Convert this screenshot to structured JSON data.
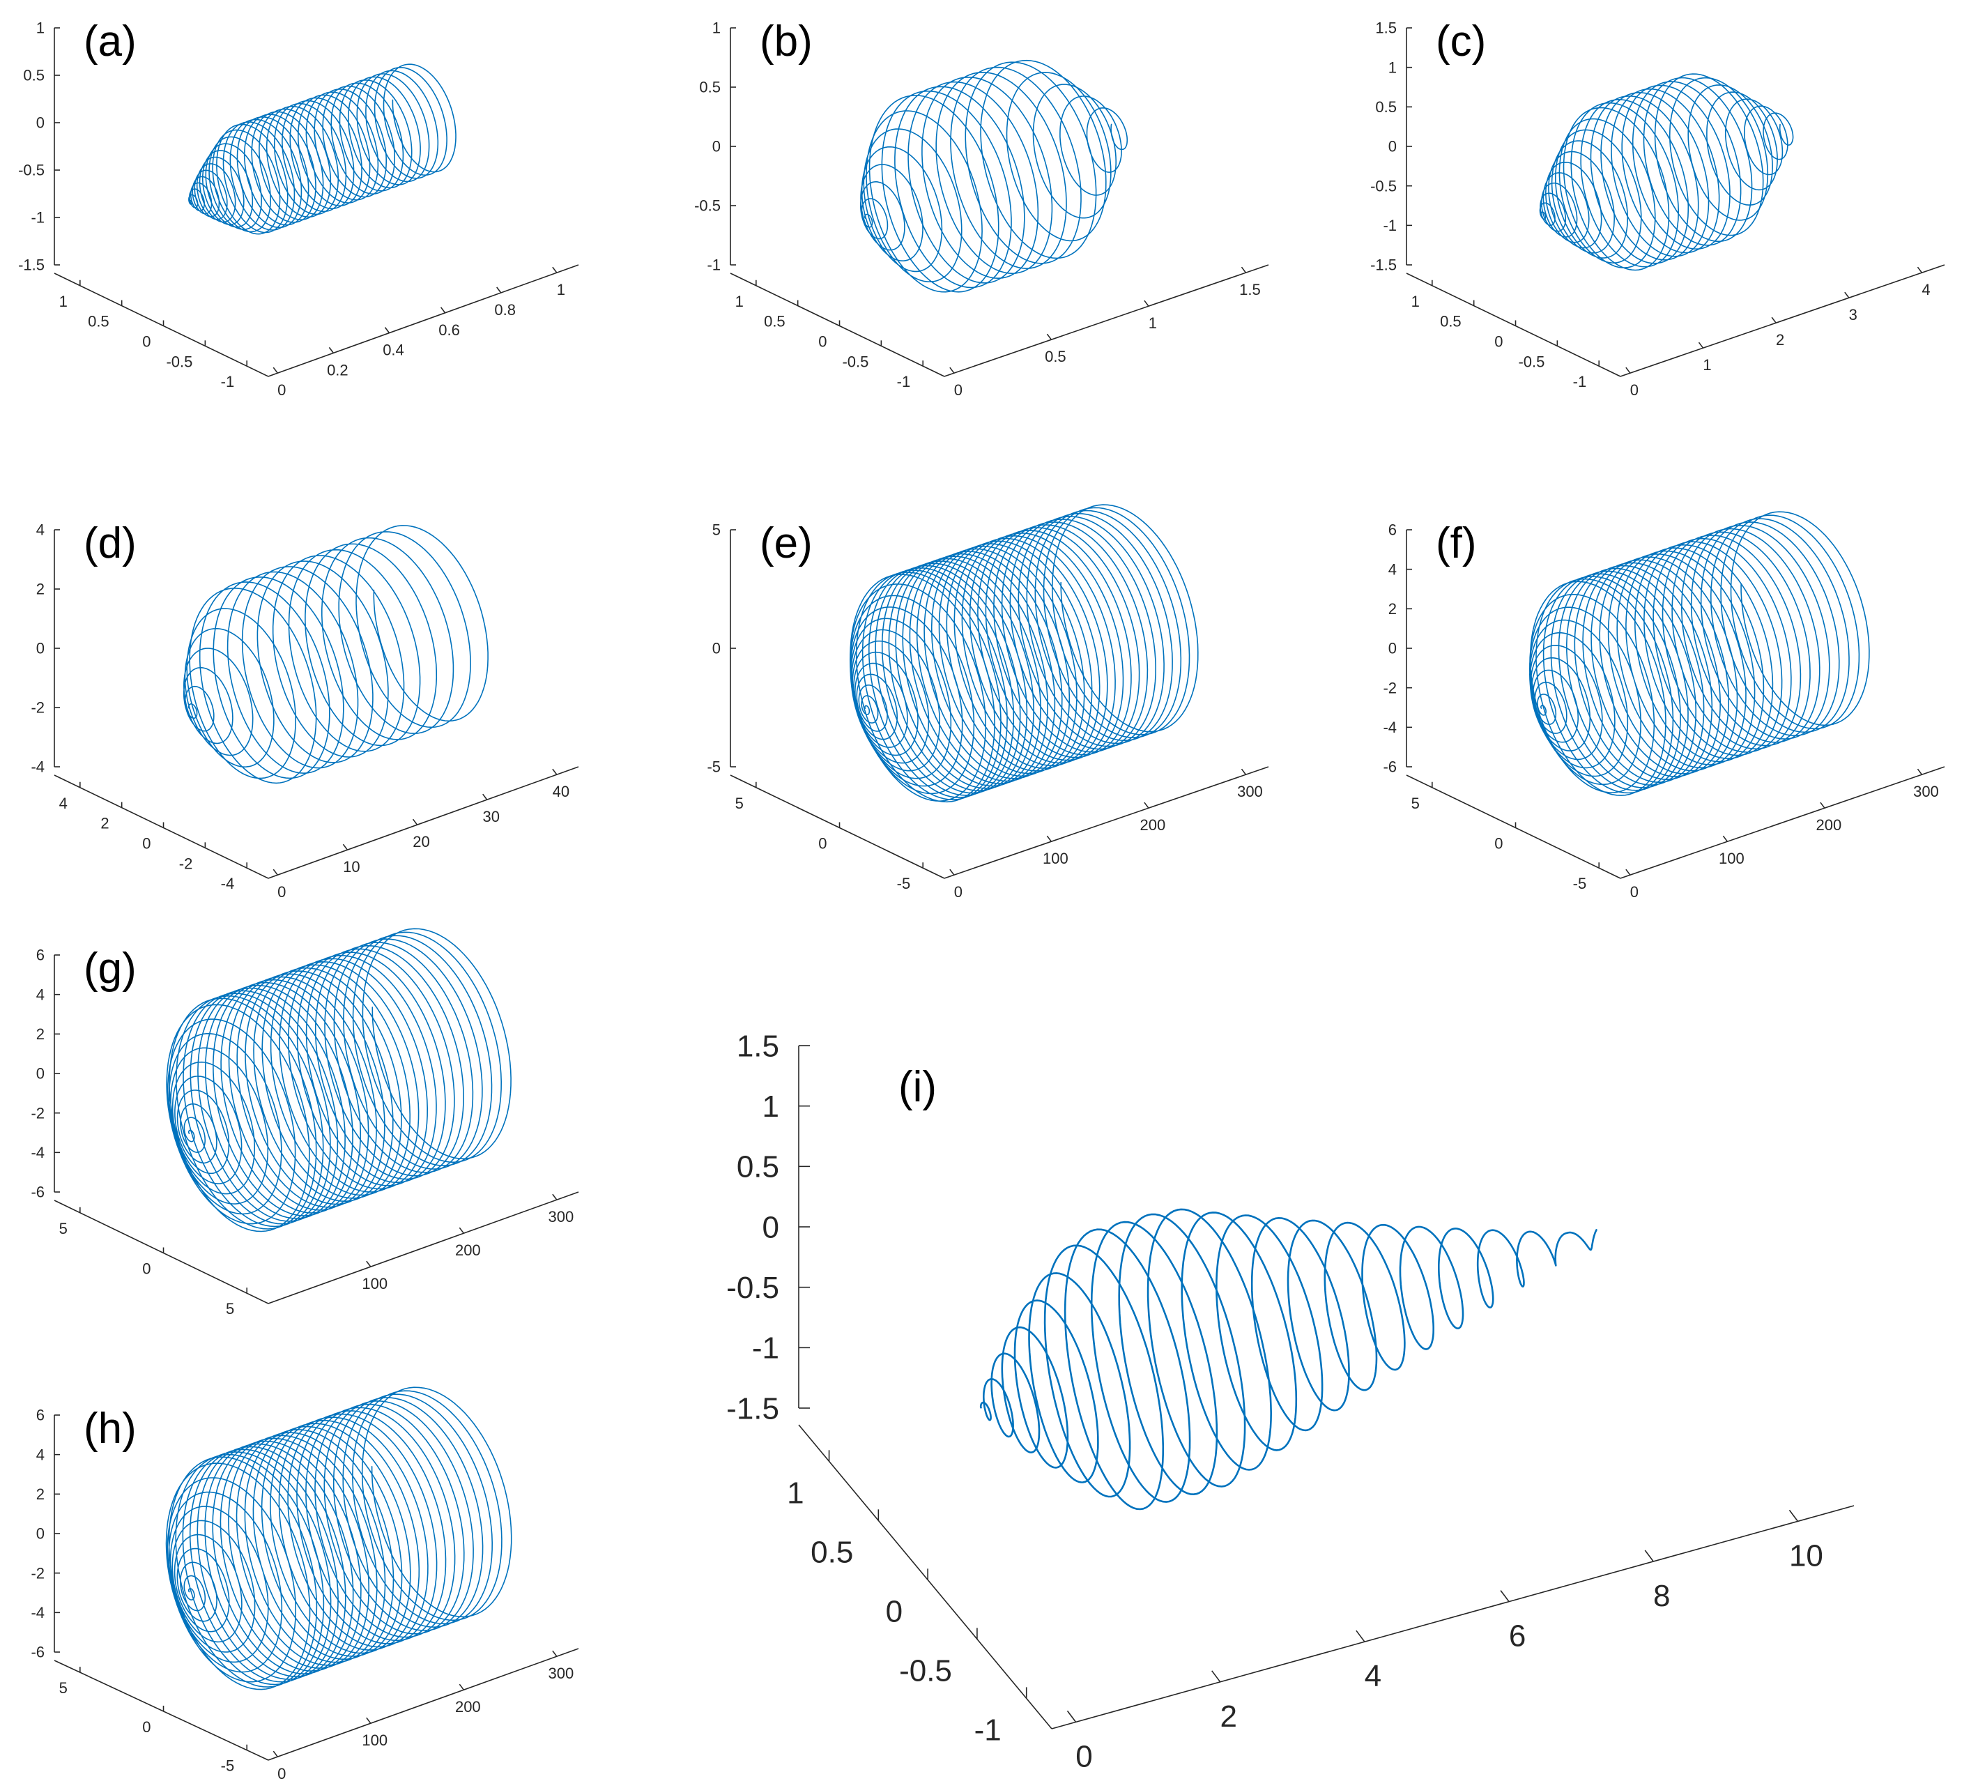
{
  "figure": {
    "line_color": "#0072BD",
    "axis_color": "#262626"
  },
  "chart_data": [
    {
      "panel": "(a)",
      "type": "line",
      "kind": "3d-helix",
      "x_ticks": [
        "0",
        "0.2",
        "0.4",
        "0.6",
        "0.8",
        "1"
      ],
      "y_ticks": [
        "-1",
        "-0.5",
        "0",
        "0.5",
        "1"
      ],
      "z_ticks": [
        "-1.5",
        "-1",
        "-0.5",
        "0",
        "0.5",
        "1"
      ],
      "xlim": [
        0,
        1
      ],
      "ylim": [
        -1,
        1
      ],
      "zlim": [
        -1.5,
        1
      ],
      "turns": 34,
      "x_extent": 0.9,
      "z_center": -0.2,
      "amplitude_max": 0.55,
      "growth": 0.35,
      "envelope": "plateau"
    },
    {
      "panel": "(b)",
      "type": "line",
      "kind": "3d-helix",
      "x_ticks": [
        "0",
        "0.5",
        "1",
        "1.5"
      ],
      "y_ticks": [
        "-1",
        "-0.5",
        "0",
        "0.5",
        "1"
      ],
      "z_ticks": [
        "-1",
        "-0.5",
        "0",
        "0.5",
        "1"
      ],
      "xlim": [
        0,
        1.5
      ],
      "ylim": [
        -1,
        1
      ],
      "zlim": [
        -1,
        1
      ],
      "turns": 20,
      "x_extent": 1.4,
      "z_center": -0.1,
      "amplitude_max": 0.8,
      "growth": 0.35,
      "envelope": "bulge"
    },
    {
      "panel": "(c)",
      "type": "line",
      "kind": "3d-helix",
      "x_ticks": [
        "0",
        "1",
        "2",
        "3",
        "4"
      ],
      "y_ticks": [
        "-1",
        "-0.5",
        "0",
        "0.5",
        "1"
      ],
      "z_ticks": [
        "-1.5",
        "-1",
        "-0.5",
        "0",
        "0.5",
        "1",
        "1.5"
      ],
      "xlim": [
        0,
        4
      ],
      "ylim": [
        -1,
        1
      ],
      "zlim": [
        -1.5,
        1.5
      ],
      "turns": 26,
      "x_extent": 3.6,
      "z_center": -0.1,
      "amplitude_max": 1.0,
      "growth": 0.4,
      "envelope": "bulge"
    },
    {
      "panel": "(d)",
      "type": "line",
      "kind": "3d-helix",
      "x_ticks": [
        "0",
        "10",
        "20",
        "30",
        "40"
      ],
      "y_ticks": [
        "-4",
        "-2",
        "0",
        "2",
        "4"
      ],
      "z_ticks": [
        "-4",
        "-2",
        "0",
        "2",
        "4"
      ],
      "xlim": [
        0,
        45
      ],
      "ylim": [
        -4,
        4
      ],
      "zlim": [
        -4,
        4
      ],
      "turns": 18,
      "x_extent": 42,
      "z_center": 0,
      "amplitude_max": 3.2,
      "growth": 0.35,
      "envelope": "plateau"
    },
    {
      "panel": "(e)",
      "type": "line",
      "kind": "3d-helix",
      "x_ticks": [
        "0",
        "100",
        "200",
        "300"
      ],
      "y_ticks": [
        "-5",
        "0",
        "5"
      ],
      "z_ticks": [
        "-5",
        "0",
        "5"
      ],
      "xlim": [
        0,
        300
      ],
      "ylim": [
        -5,
        5
      ],
      "zlim": [
        -5,
        5
      ],
      "turns": 40,
      "x_extent": 290,
      "z_center": 0,
      "amplitude_max": 4.6,
      "growth": 0.3,
      "envelope": "plateau"
    },
    {
      "panel": "(f)",
      "type": "line",
      "kind": "3d-helix",
      "x_ticks": [
        "0",
        "100",
        "200",
        "300"
      ],
      "y_ticks": [
        "-5",
        "0",
        "5"
      ],
      "z_ticks": [
        "-6",
        "-4",
        "-2",
        "0",
        "2",
        "4",
        "6"
      ],
      "xlim": [
        0,
        300
      ],
      "ylim": [
        -5,
        5
      ],
      "zlim": [
        -6,
        6
      ],
      "turns": 34,
      "x_extent": 290,
      "z_center": 0,
      "amplitude_max": 5.2,
      "growth": 0.3,
      "envelope": "plateau"
    },
    {
      "panel": "(g)",
      "type": "line",
      "kind": "3d-helix",
      "x_ticks": [
        "100",
        "200",
        "300"
      ],
      "y_ticks": [
        "5",
        "0",
        "5"
      ],
      "z_ticks": [
        "-6",
        "-4",
        "-2",
        "0",
        "2",
        "4",
        "6"
      ],
      "xlim": [
        0,
        300
      ],
      "ylim": [
        -5,
        5
      ],
      "zlim": [
        -6,
        6
      ],
      "turns": 34,
      "x_extent": 290,
      "z_center": 0,
      "amplitude_max": 5.6,
      "growth": 0.28,
      "envelope": "plateau"
    },
    {
      "panel": "(h)",
      "type": "line",
      "kind": "3d-helix",
      "x_ticks": [
        "0",
        "100",
        "200",
        "300"
      ],
      "y_ticks": [
        "-5",
        "0",
        "5"
      ],
      "z_ticks": [
        "-6",
        "-4",
        "-2",
        "0",
        "2",
        "4",
        "6"
      ],
      "xlim": [
        0,
        300
      ],
      "ylim": [
        -5,
        5
      ],
      "zlim": [
        -6,
        6
      ],
      "turns": 34,
      "x_extent": 290,
      "z_center": 0,
      "amplitude_max": 5.6,
      "growth": 0.28,
      "envelope": "plateau"
    },
    {
      "panel": "(i)",
      "type": "line",
      "kind": "3d-helix",
      "x_ticks": [
        "0",
        "2",
        "4",
        "6",
        "8",
        "10"
      ],
      "y_ticks": [
        "-1",
        "-0.5",
        "0",
        "0.5",
        "1"
      ],
      "z_ticks": [
        "-1.5",
        "-1",
        "-0.5",
        "0",
        "0.5",
        "1",
        "1.5"
      ],
      "xlim": [
        0,
        11
      ],
      "ylim": [
        -1,
        1
      ],
      "zlim": [
        -1.5,
        1.5
      ],
      "turns": 22,
      "x_extent": 10,
      "z_center": -0.1,
      "amplitude_max": 1.0,
      "growth": 0.3,
      "envelope": "taper"
    }
  ]
}
